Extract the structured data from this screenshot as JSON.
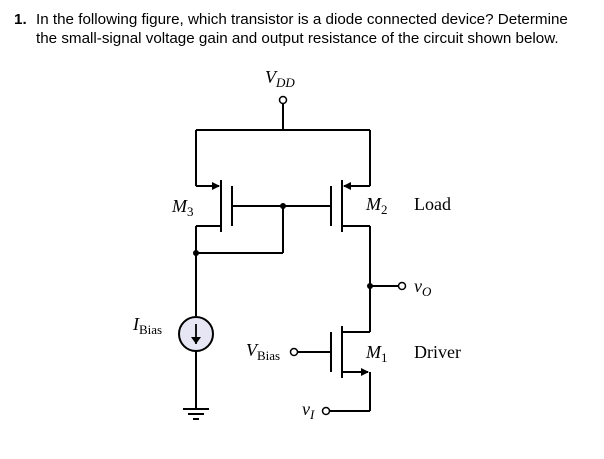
{
  "question": {
    "number": "1.",
    "line1": "In the following figure, which transistor is a diode connected device? Determine",
    "line2": "the small-signal voltage gain and output resistance of the circuit shown below."
  },
  "circuit": {
    "vdd": {
      "main": "V",
      "sub": "DD"
    },
    "m3": {
      "main": "M",
      "sub": "3"
    },
    "m2": {
      "main": "M",
      "sub": "2"
    },
    "m1": {
      "main": "M",
      "sub": "1"
    },
    "load_label": "Load",
    "driver_label": "Driver",
    "vo": {
      "main": "v",
      "sub": "O"
    },
    "ibias": {
      "main": "I",
      "sub": "Bias"
    },
    "vbias": {
      "main": "V",
      "sub": "Bias"
    },
    "vi": {
      "main": "v",
      "sub": "I"
    },
    "colors": {
      "source_fill": "#e6e6f5",
      "wire": "#000000"
    }
  }
}
